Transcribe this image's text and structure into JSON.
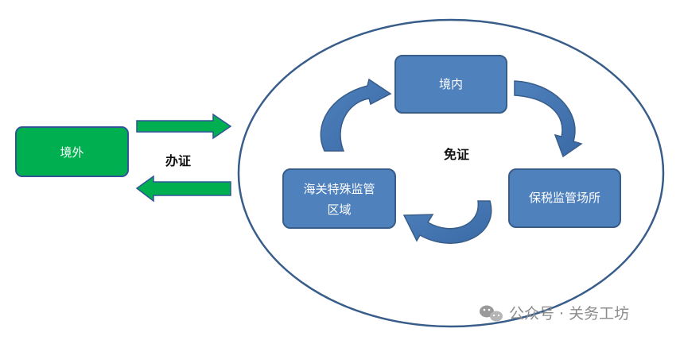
{
  "nodes": {
    "outside": "境外",
    "domestic": "境内",
    "bonded_place": "保税监管场所",
    "special_zone_line1": "海关特殊监管",
    "special_zone_line2": "区域"
  },
  "edge_labels": {
    "outer_flow": "办证",
    "inner_cycle": "免证"
  },
  "watermark": {
    "icon": "wechat-icon",
    "text": "公众号 · 关务工坊"
  },
  "colors": {
    "green_fill": "#00b050",
    "green_stroke": "#2f5597",
    "box_fill": "#4f81bd",
    "box_stroke": "#385d8a",
    "ellipse_stroke": "#385d8a",
    "watermark": "#8c8c8c"
  }
}
